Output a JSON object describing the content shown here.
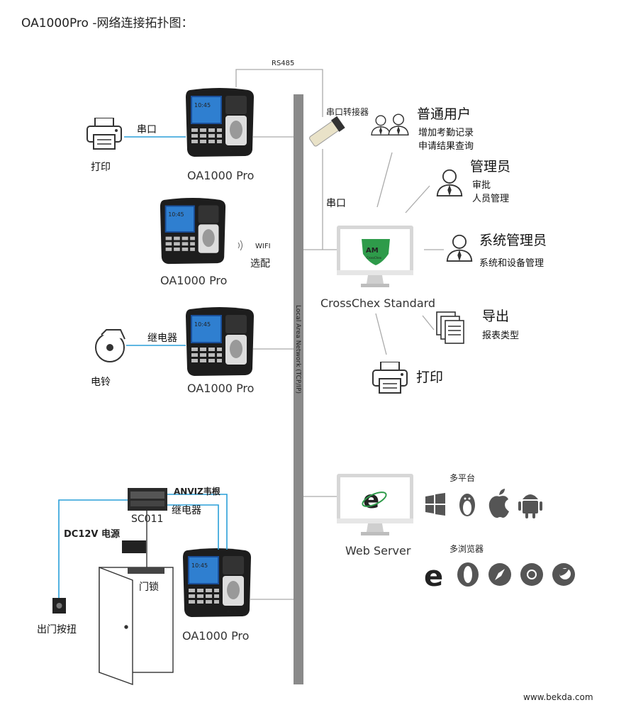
{
  "title": "OA1000Pro -网络连接拓扑图：",
  "bus": {
    "label": "Local Area Network (TCP/IP)",
    "color": "#8a8a8a"
  },
  "rs485": "RS485",
  "devices": [
    {
      "label": "OA1000 Pro",
      "left_device": "打印",
      "link": "串口"
    },
    {
      "label": "OA1000 Pro",
      "wifi": "WIFI",
      "wifi_note": "选配"
    },
    {
      "label": "OA1000 Pro",
      "left_device": "电铃",
      "link": "继电器"
    },
    {
      "label": "OA1000 Pro"
    }
  ],
  "converter": {
    "label": "串口转接器",
    "link": "串口"
  },
  "crosschex": {
    "label": "CrossChex Standard",
    "logo_text": "CrossChex",
    "roles": [
      {
        "title": "普通用户",
        "lines": [
          "增加考勤记录",
          "申请结果查询"
        ]
      },
      {
        "title": "管理员",
        "lines": [
          "审批",
          "人员管理"
        ]
      },
      {
        "title": "系统管理员",
        "lines": [
          "系统和设备管理"
        ]
      },
      {
        "title": "导出",
        "lines": [
          "报表类型"
        ]
      },
      {
        "title": "打印",
        "lines": []
      }
    ]
  },
  "webserver": {
    "label": "Web Server",
    "platforms_title": "多平台",
    "platforms": [
      "windows-icon",
      "linux-icon",
      "apple-icon",
      "android-icon"
    ],
    "browsers_title": "多浏览器",
    "browsers": [
      "ie-icon",
      "opera-icon",
      "safari-icon",
      "chrome-icon",
      "firefox-icon"
    ]
  },
  "access": {
    "controller": "SC011",
    "wiegand": "ANVIZ韦根",
    "relay": "继电器",
    "power": "DC12V 电源",
    "lock": "门锁",
    "exit_button": "出门按扭"
  },
  "watermark": "www.bekda.com",
  "colors": {
    "link_blue": "#2a9fd8",
    "line_gray": "#aaaaaa",
    "logo_green": "#2e9b4a"
  }
}
